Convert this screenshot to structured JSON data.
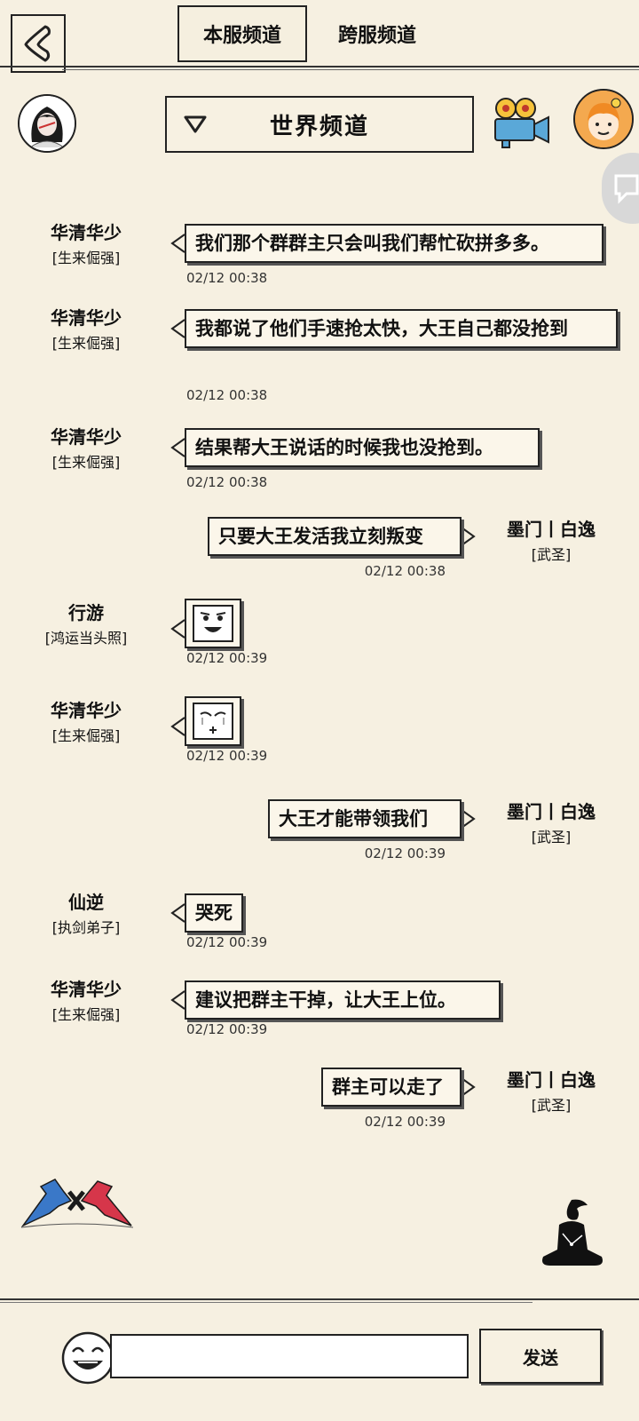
{
  "tabs": [
    {
      "label": "本服频道",
      "active": true
    },
    {
      "label": "跨服频道",
      "active": false
    }
  ],
  "channel": {
    "label": "世界频道"
  },
  "messages": [
    {
      "side": "left",
      "name": "华清华少",
      "title": "[生来倔强]",
      "text": "我们那个群群主只会叫我们帮忙砍拼多多。",
      "time": "02/12 00:38"
    },
    {
      "side": "left",
      "name": "华清华少",
      "title": "[生来倔强]",
      "text": "我都说了他们手速抢太快，大王自己都没抢到",
      "time": "02/12 00:38"
    },
    {
      "side": "left",
      "name": "华清华少",
      "title": "[生来倔强]",
      "text": "结果帮大王说话的时候我也没抢到。",
      "time": "02/12 00:38"
    },
    {
      "side": "right",
      "name": "墨门丨白逸",
      "title": "[武圣]",
      "text": "只要大王发活我立刻叛变",
      "time": "02/12 00:38"
    },
    {
      "side": "left",
      "name": "行游",
      "title": "[鸿运当头照]",
      "emoji": "grin-face",
      "time": "02/12 00:39"
    },
    {
      "side": "left",
      "name": "华清华少",
      "title": "[生来倔强]",
      "emoji": "sad-face",
      "time": "02/12 00:39"
    },
    {
      "side": "right",
      "name": "墨门丨白逸",
      "title": "[武圣]",
      "text": "大王才能带领我们",
      "time": "02/12 00:39"
    },
    {
      "side": "left",
      "name": "仙逆",
      "title": "[执剑弟子]",
      "text": "哭死",
      "time": "02/12 00:39"
    },
    {
      "side": "left",
      "name": "华清华少",
      "title": "[生来倔强]",
      "text": "建议把群主干掉，让大王上位。",
      "time": "02/12 00:39"
    },
    {
      "side": "right",
      "name": "墨门丨白逸",
      "title": "[武圣]",
      "text": "群主可以走了",
      "time": "02/12 00:39"
    }
  ],
  "input": {
    "value": "",
    "placeholder": ""
  },
  "send": {
    "label": "发送"
  },
  "icons": {
    "back": "back-arrow-icon",
    "camera": "movie-camera-icon",
    "emoji": "laughing-face-icon",
    "dropdown": "triangle-down-icon"
  },
  "colors": {
    "background": "#f6f0e1",
    "ink": "#111111",
    "camera": "#5aa8d8",
    "avatar_right": "#f4a94f"
  }
}
